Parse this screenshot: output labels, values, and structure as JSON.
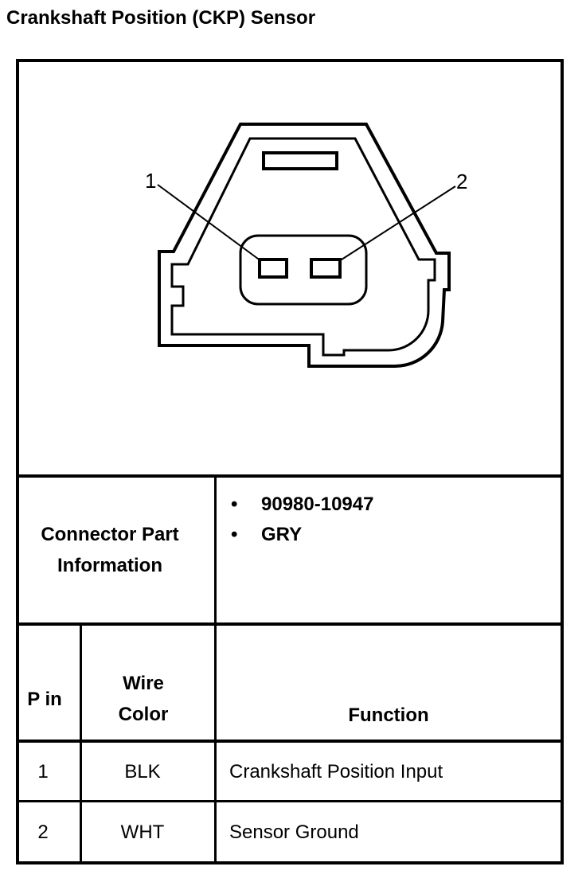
{
  "title": "Crankshaft Position (CKP) Sensor",
  "diagram": {
    "pin_labels": [
      "1",
      "2"
    ]
  },
  "connector_info": {
    "label": "Connector Part Information",
    "items": [
      "90980-10947",
      "GRY"
    ]
  },
  "pin_table": {
    "headers": {
      "pin": "P in",
      "wire_color": "Wire Color",
      "function": "Function"
    },
    "rows": [
      {
        "pin": "1",
        "wire_color": "BLK",
        "function": "Crankshaft Position Input"
      },
      {
        "pin": "2",
        "wire_color": "WHT",
        "function": "Sensor Ground"
      }
    ]
  },
  "icons": {
    "bullet": "•"
  }
}
